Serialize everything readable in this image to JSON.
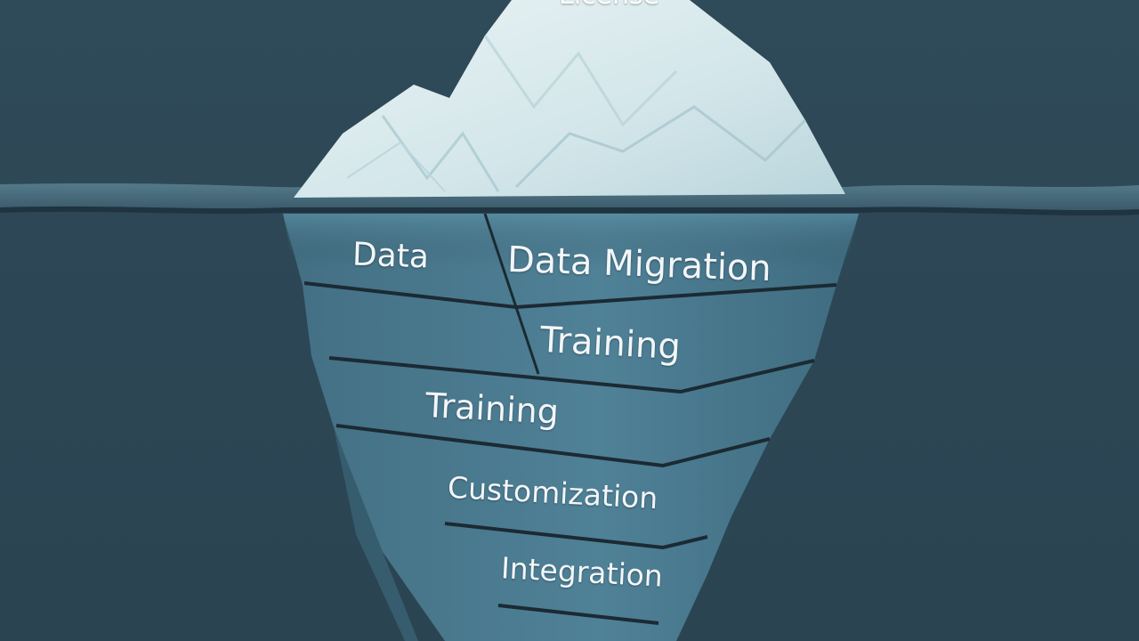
{
  "diagram": {
    "tip_label": "License",
    "layers": [
      {
        "id": "data",
        "label": "Data"
      },
      {
        "id": "data-migration",
        "label": "Data Migration"
      },
      {
        "id": "training-1",
        "label": "Training"
      },
      {
        "id": "training-2",
        "label": "Training"
      },
      {
        "id": "customization",
        "label": "Customization"
      },
      {
        "id": "integration",
        "label": "Integration"
      }
    ]
  },
  "colors": {
    "background": "#2d4756",
    "ice_top": "#dfeef1",
    "ice_underwater": "#4e7f95",
    "layer_lines": "#1b2a33"
  }
}
